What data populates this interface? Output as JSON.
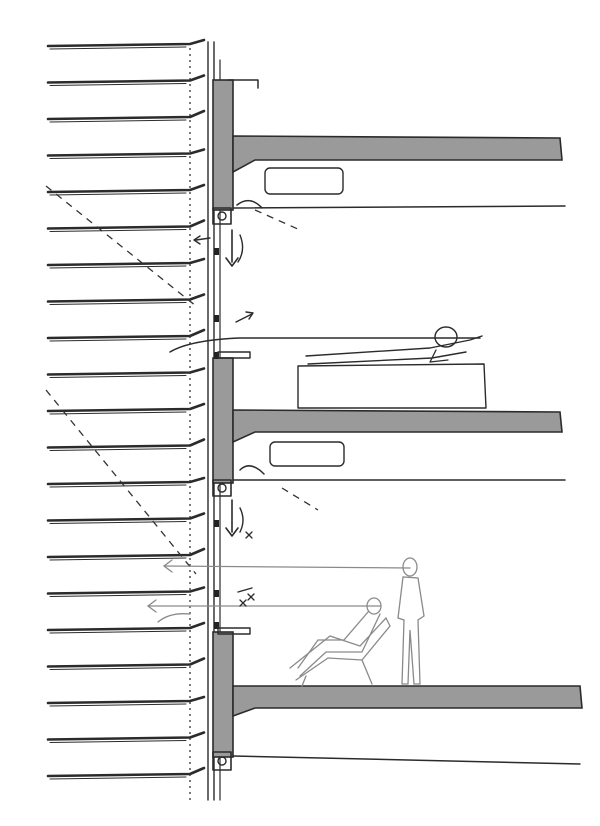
{
  "figure": {
    "type": "architectural-section-sketch",
    "colors": {
      "ink": "#2b2b2b",
      "slab_fill": "#9a9a9a",
      "light_ink": "#8a8a8a",
      "background": "#ffffff"
    },
    "louver_count": 21,
    "floor_slabs": 3,
    "figures": [
      "reclining-person-on-bed",
      "standing-person",
      "seated-person-in-chair"
    ]
  }
}
